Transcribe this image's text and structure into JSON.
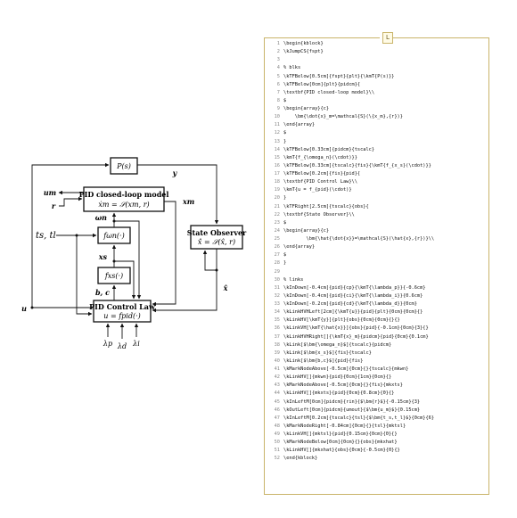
{
  "diagram": {
    "blocks": {
      "plant": {
        "label": "P(s)"
      },
      "pid_model": {
        "title": "PID closed-loop model",
        "equation": "ẋm = 𝒮(xm, r)"
      },
      "tscalc": {
        "label": "fωn(·)"
      },
      "fis": {
        "label": "fxs(·)"
      },
      "pid_law": {
        "title": "PID Control Law",
        "equation": "u = fpid(·)"
      },
      "observer": {
        "title": "State Observer",
        "equation": "x̂̇ = 𝒮(x̂, r)"
      }
    },
    "signals": {
      "y": "y",
      "um": "um",
      "r": "r",
      "xm": "xm",
      "omega_n": "ωn",
      "ts_tl": "ts, tl",
      "xs": "xs",
      "bc": "b, c",
      "u": "u",
      "xhat": "x̂",
      "lambda_p": "λp",
      "lambda_d": "λd",
      "lambda_i": "λi"
    }
  },
  "code_panel": {
    "tag": "L",
    "lines": [
      "\\begin{kblock}",
      "\\kJumpCS{fspt}",
      "",
      "% blks",
      "\\kTFBelow[0.5cm]{fspt}{plt}{\\kmT{P(s)}}",
      "\\kTFBelow[0cm]{plt}{pidcm}{",
      "\\textbf{PID closed-loop model}\\\\",
      "$",
      "\\begin{array}{c}",
      "    \\bm{\\dot{x}_m=\\mathcal{S}(\\{x_m},{r})}",
      "\\end{array}",
      "$",
      "}",
      "\\kTFBelow[0.33cm]{pidcm}{tscalc}",
      "\\kmT{f_{\\omega_n}(\\cdot)}}",
      "\\kTFBelow[0.33cm]{tscalc}{fis}{\\kmT{f_{x_s}(\\cdot)}}",
      "\\kTFBelow[0.2cm]{fis}{pid}{",
      "\\textbf{PID Control Law}\\\\",
      "\\kmT{u = f_{pid}(\\cdot)}",
      "}",
      "\\kTFRight[2.5cm]{tscalc}{obs}{",
      "\\textbf{State Observer}\\\\",
      "$",
      "\\begin{array}{c}",
      "        \\bm{\\hat{\\dot{x}}=\\mathcal{S}(\\hat{x},{r})}\\\\",
      "\\end{array}",
      "$",
      "}",
      "",
      "% links",
      "\\kInDown[-0.4cm]{pid}{cp}{\\kmT{\\lambda_p}}{-0.6cm}",
      "\\kInDown[-0.4cm]{pid}{ci}{\\kmT{\\lambda_i}}{0.6cm}",
      "\\kInDown[-0.2cm]{pid}{cd}{\\kmT{\\lambda_d}}{0cm}",
      "\\kLinkHVHLeft[2cm]{\\kmT{u}}{pid}{plt}{0cm}{0cm}{}",
      "\\kLinkHV[\\kmT{y}]{plt}{obs}{0cm}{0cm}{}{}",
      "\\kLinkVH[\\kmT{\\hat{x}}]{obs}{pid}{-0.1cm}{0cm}{3}{}",
      "\\kLinkHVHRight[]{\\kmT{x}_m}{pidcm}{pid}{0cm}{0.1cm}",
      "\\kLink[$\\bm{\\omega_n}$]{tscalc}{pidcm}",
      "\\kLink[$\\bm{x_s}$]{fis}{tscalc}",
      "\\kLink[$\\bm{b,c}$]{pid}{fis}",
      "\\kMarkNodeAbove[-0.5cm]{0cm}{}{tscalc}{mkwn}",
      "\\kLinkHV[]{mkwn}{pid}{0cm}{1cm}{0cm}{}",
      "\\kMarkNodeAbove[-0.5cm]{0cm}{}{fis}{mkxts}",
      "\\kLinkHV[]{mkxts}{pid}{0cm}{0.8cm}{0}{}",
      "\\kInLeftM[0cm]{pidcm}{rin}{$\\bm{r}$}{-0.15cm}{3}",
      "\\kOutLeft[0cm]{pidcm}{umout}{$\\bm{u_m}$}{0.15cm}",
      "\\kInLeftM[0.2cm]{tscalc}{tsl}{$\\bm{t_s,t_l}$}{0cm}{6}",
      "\\kMarkNodeRight[-0.84cm]{0cm}{}{tsl}{mktsl}",
      "\\kLinkVH[]{mktsl}{pid}{0.15cm}{0cm}{0}{}",
      "\\kMarkNodeBelow[0cm]{0cm}{}{obs}{mkxhat}",
      "\\kLinkHV[]{mkxhat}{obs}{0cm}{-0.5cm}{0}{}",
      "\\end{kblock}"
    ]
  }
}
